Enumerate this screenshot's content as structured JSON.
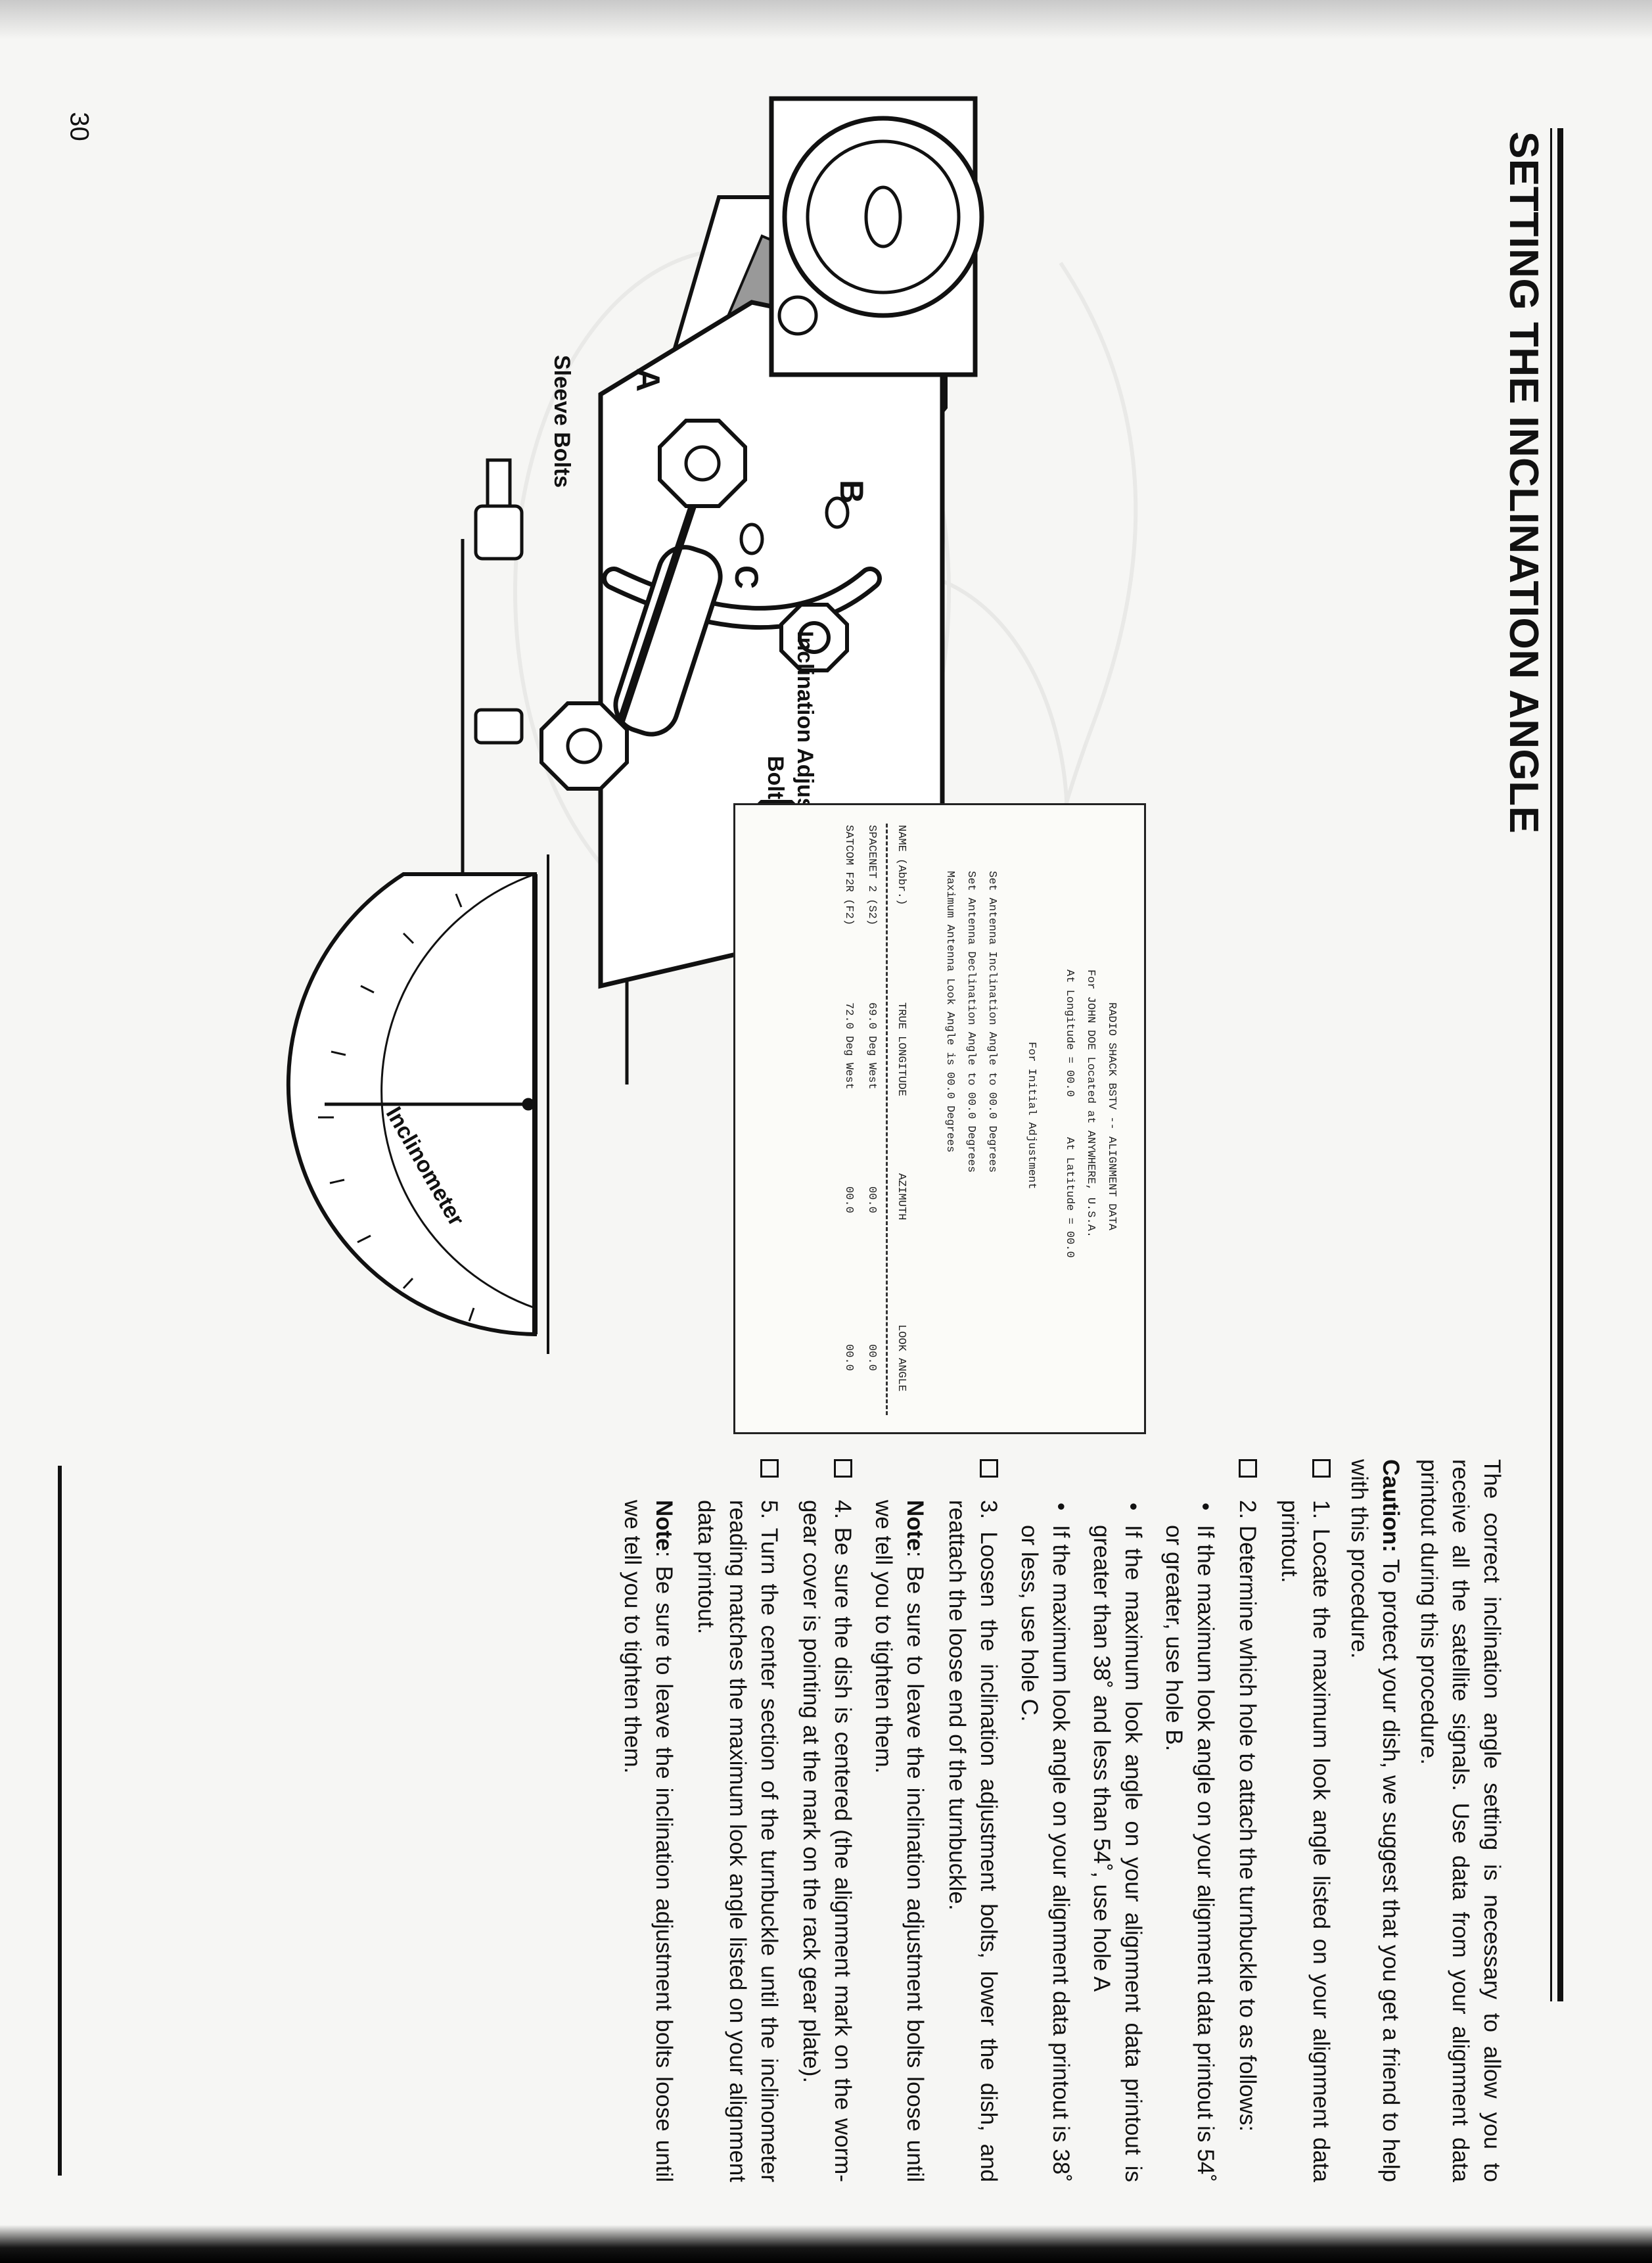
{
  "page_number": "30",
  "title": "SETTING THE INCLINATION ANGLE",
  "diagram": {
    "labels": {
      "A": "A",
      "B": "B",
      "C": "C",
      "sleeve_bolts": "Sleeve Bolts",
      "inclination_bolts_line1": "Inclination Adjustment",
      "inclination_bolts_line2": "Bolts",
      "inclinometer": "Inclinometer"
    }
  },
  "printout": {
    "header1": "RADIO SHACK BSTV -- ALIGNMENT DATA",
    "header2": "For JOHN DOE Located at ANYWHERE, U.S.A.",
    "header3": "At Longitude = 00.0      At Latitude = 00.0",
    "header4": "For Initial Adjustment",
    "line1": "Set Antenna Inclination Angle to 00.0 Degrees",
    "line2": "Set Antenna Declination Angle to 00.0 Degrees",
    "line3": "Maximum Antenna Look Angle is 00.0 Degrees",
    "columns": [
      "NAME (Abbr.)",
      "TRUE LONGITUDE",
      "AZIMUTH",
      "LOOK ANGLE"
    ],
    "rows": [
      [
        "SPACENET 2 (S2)",
        "69.0 Deg West",
        "00.0",
        "00.0"
      ],
      [
        "SATCOM F2R (F2)",
        "72.0 Deg West",
        "00.0",
        "00.0"
      ]
    ]
  },
  "text": {
    "intro": "The correct inclination angle setting is necessary to allow you to receive all the satellite signals. Use data from your alignment data printout during this procedure.",
    "caution_label": "Caution:",
    "caution": " To protect your dish, we suggest that you get a friend to help with this procedure.",
    "step1": "1. Locate the maximum look angle listed on your alignment data printout.",
    "step2": "2. Determine which hole to attach the turnbuckle to as follows:",
    "bullet1": "If the maximum look angle on your alignment data printout is 54˚ or greater, use hole B.",
    "bullet2": "If the maximum look angle on your alignment data printout is greater than 38˚ and less than 54˚, use hole A",
    "bullet3": "If the maximum look angle on your alignment data printout is 38˚ or less, use hole C.",
    "step3": "3. Loosen the inclination adjustment bolts, lower the dish, and reattach the loose end of the turnbuckle.",
    "note_label": "Note",
    "note1": ": Be sure to leave the inclination adjustment bolts loose until we tell you to tighten them.",
    "step4": "4. Be sure the dish is centered (the alignment mark on the worm-gear cover is pointing at the mark on the rack gear plate).",
    "step5": "5. Turn the center section of the turnbuckle until the inclinometer reading matches the maximum look angle listed on your alignment data printout.",
    "note2": ": Be sure to leave the inclination adjustment bolts loose until we tell you to tighten them."
  }
}
